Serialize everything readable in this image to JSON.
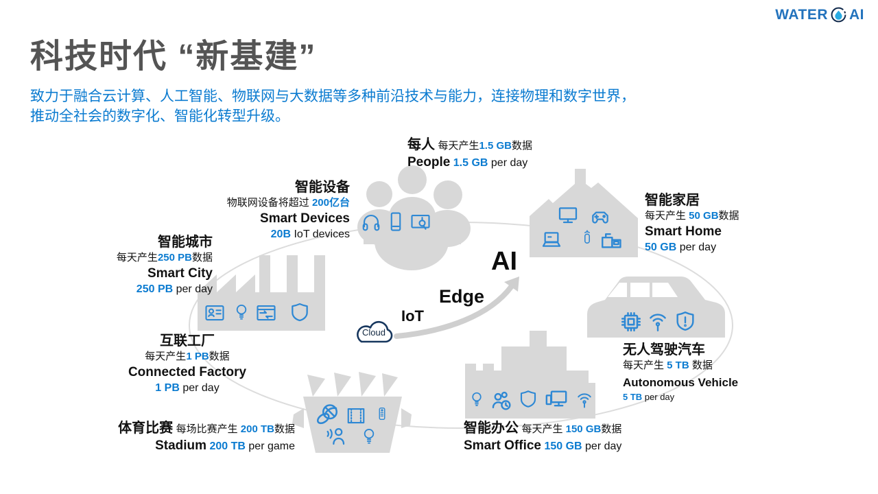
{
  "logo": {
    "brand_left": "WATER",
    "brand_right": "AI",
    "icon": "water-drop-icon"
  },
  "header": {
    "title": "科技时代 “新基建”",
    "subtitle_line1": "致力于融合云计算、人工智能、物联网与大数据等多种前沿技术与能力，连接物理和数字世界，",
    "subtitle_line2": "推动全社会的数字化、智能化转型升级。"
  },
  "colors": {
    "accent_blue": "#0b7bd0",
    "icon_blue": "#2e88d4",
    "silhouette_gray": "#d8d8d8",
    "title_gray": "#545454",
    "navy": "#17375e"
  },
  "center": {
    "cloud_label": "Cloud",
    "layer_iot": "IoT",
    "layer_edge": "Edge",
    "layer_ai": "AI"
  },
  "nodes": {
    "people": {
      "zh_title": "每人",
      "zh_prefix": "每天产生",
      "value_zh": "1.5 GB",
      "zh_suffix": "数据",
      "en_title": "People",
      "value_en": "1.5 GB",
      "en_suffix": "per day",
      "icons": [
        "headphones-icon",
        "smartphone-icon",
        "touchscreen-icon"
      ]
    },
    "smart_devices": {
      "zh_title": "智能设备",
      "zh_prefix": "物联网设备将超过 ",
      "value_zh": "200亿台",
      "zh_suffix": "",
      "en_title": "Smart Devices",
      "value_en": "20B",
      "en_suffix": "IoT devices"
    },
    "smart_city": {
      "zh_title": "智能城市",
      "zh_prefix": "每天产生",
      "value_zh": "250 PB",
      "zh_suffix": "数据",
      "en_title": "Smart City",
      "value_en": "250 PB",
      "en_suffix": "per day"
    },
    "connected_factory": {
      "zh_title": "互联工厂",
      "zh_prefix": "每天产生",
      "value_zh": "1 PB",
      "zh_suffix": "数据",
      "en_title": "Connected Factory",
      "value_en": "1 PB",
      "en_suffix": "per day",
      "icons": [
        "id-card-icon",
        "lightbulb-icon",
        "control-panel-icon",
        "shield-icon"
      ]
    },
    "stadium": {
      "zh_title": "体育比赛",
      "zh_prefix": "每场比赛产生 ",
      "value_zh": "200 TB",
      "zh_suffix": "数据",
      "en_title": "Stadium",
      "value_en": "200 TB",
      "en_suffix": "per game",
      "icons": [
        "basketball-icon",
        "film-icon",
        "remote-icon",
        "voice-person-icon",
        "lightbulb-icon"
      ]
    },
    "smart_office": {
      "zh_title": "智能办公",
      "zh_prefix": "每天产生 ",
      "value_zh": "150 GB",
      "zh_suffix": "数据",
      "en_title": "Smart Office",
      "value_en": "150 GB",
      "en_suffix": "per day",
      "icons": [
        "lightbulb-icon",
        "team-clock-icon",
        "shield-icon",
        "computer-icon",
        "wifi-icon"
      ]
    },
    "smart_home": {
      "zh_title": "智能家居",
      "zh_prefix": "每天产生 ",
      "value_zh": "50 GB",
      "zh_suffix": "数据",
      "en_title": "Smart Home",
      "value_en": "50 GB",
      "en_suffix": "per day",
      "icons": [
        "tv-icon",
        "gamepad-icon",
        "laptop-icon",
        "smart-speaker-icon",
        "kitchen-appliance-icon"
      ]
    },
    "autonomous_vehicle": {
      "zh_title": "无人驾驶汽车",
      "zh_prefix": "每天产生 ",
      "value_zh": "5 TB",
      "zh_suffix": " 数据",
      "en_title": "Autonomous Vehicle",
      "value_en": "5 TB",
      "en_suffix": "per day",
      "icons": [
        "chip-icon",
        "antenna-icon",
        "shield-alert-icon"
      ]
    }
  }
}
